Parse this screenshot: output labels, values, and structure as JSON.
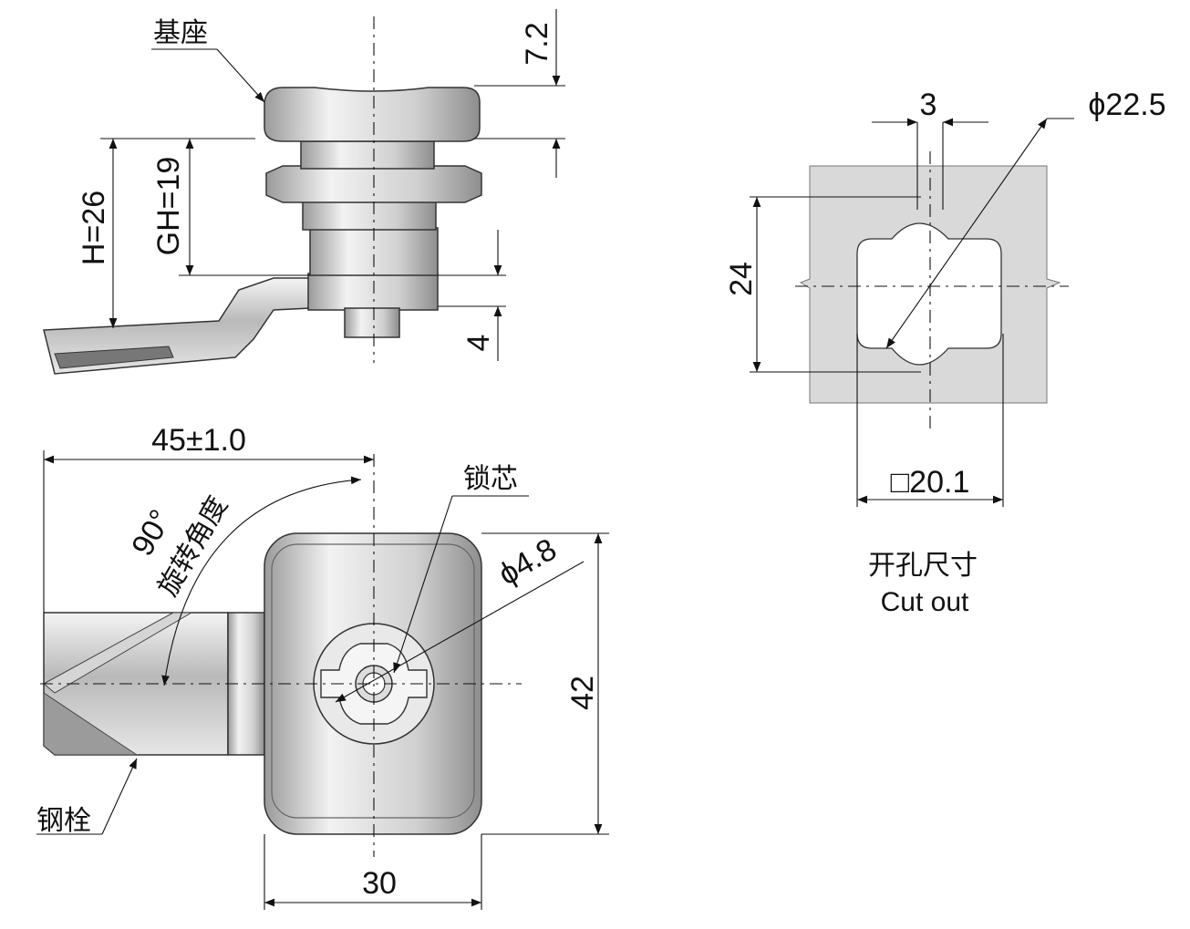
{
  "labels": {
    "base": "基座",
    "core": "锁芯",
    "bolt": "钢栓",
    "rotation_angle_value": "90°",
    "rotation_angle_text": "旋转角度",
    "cutout_cn": "开孔尺寸",
    "cutout_en": "Cut out"
  },
  "dimensions": {
    "top": "7.2",
    "h_total": "H=26",
    "grip_h": "GH=19",
    "bottom_4": "4",
    "length": "45±1.0",
    "core_dia": "ϕ4.8",
    "height_42": "42",
    "width_30": "30",
    "cut_slot": "3",
    "cut_dia": "ϕ22.5",
    "cut_24": "24",
    "cut_square": "□20.1"
  }
}
